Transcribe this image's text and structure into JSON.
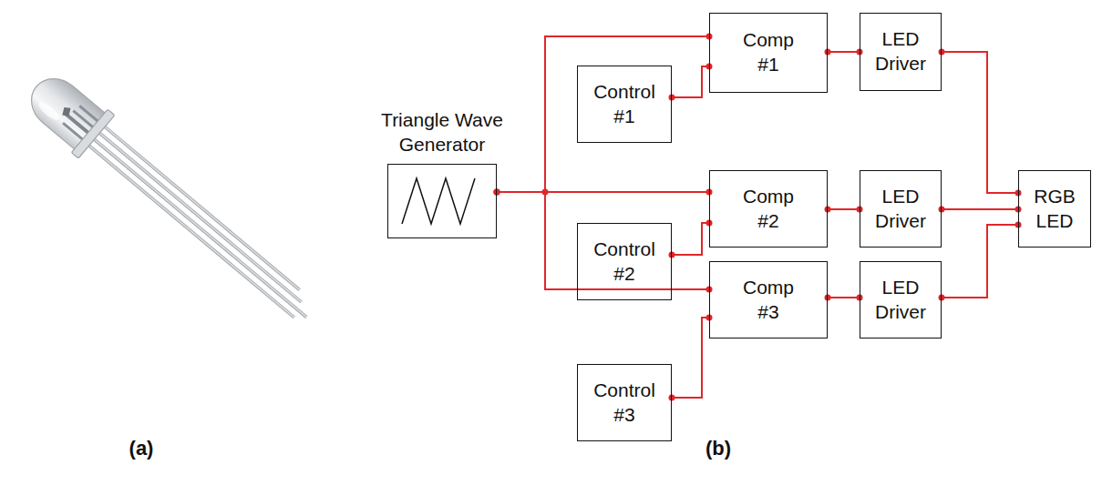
{
  "diagram": {
    "nodes": [
      {
        "text": [
          "Triangle Wave Generator"
        ]
      },
      {
        "text": [
          "Control #1"
        ]
      },
      {
        "text": [
          "Comp #1"
        ]
      },
      {
        "text": [
          "LED Driver"
        ]
      },
      {
        "text": [
          "Control #2"
        ]
      },
      {
        "text": [
          "Comp #2"
        ]
      },
      {
        "text": [
          "LED Driver"
        ]
      },
      {
        "text": [
          "Control #3"
        ]
      },
      {
        "text": [
          "Comp #3"
        ]
      },
      {
        "text": [
          "LED Driver"
        ]
      },
      {
        "text": [
          "RGB LED"
        ]
      }
    ],
    "edges": [
      {
        "from": 0,
        "to": 2,
        "arrow": "none"
      },
      {
        "from": 0,
        "to": 5,
        "arrow": "none"
      },
      {
        "from": 0,
        "to": 8,
        "arrow": "none"
      },
      {
        "from": 1,
        "to": 2,
        "arrow": "none"
      },
      {
        "from": 2,
        "to": 3,
        "arrow": "none"
      },
      {
        "from": 3,
        "to": 10,
        "arrow": "none"
      },
      {
        "from": 4,
        "to": 5,
        "arrow": "none"
      },
      {
        "from": 5,
        "to": 6,
        "arrow": "none"
      },
      {
        "from": 6,
        "to": 10,
        "arrow": "none"
      },
      {
        "from": 7,
        "to": 8,
        "arrow": "none"
      },
      {
        "from": 8,
        "to": 9,
        "arrow": "none"
      },
      {
        "from": 9,
        "to": 10,
        "arrow": "none"
      }
    ],
    "labels": [
      "(a)",
      "(b)"
    ]
  }
}
